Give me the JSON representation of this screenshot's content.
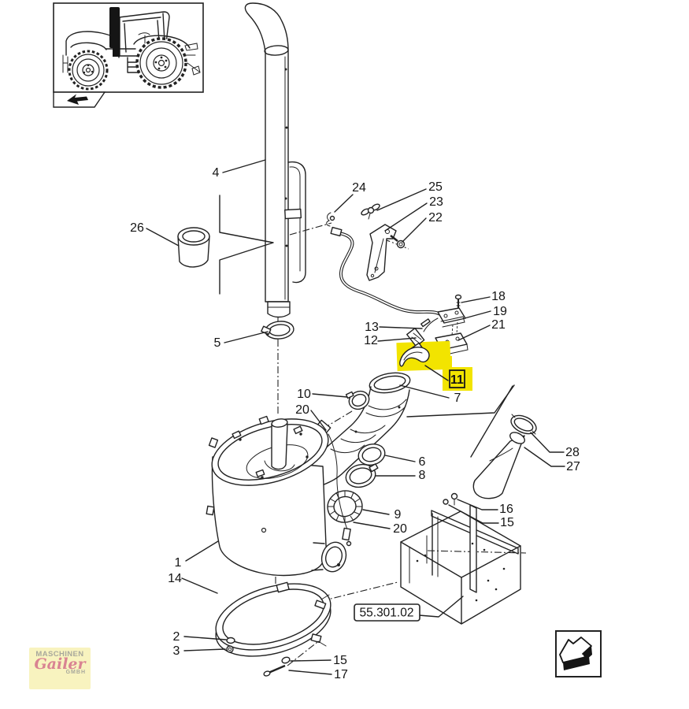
{
  "colors": {
    "line": "#222222",
    "highlight": "#f2e400",
    "paper": "#ffffff"
  },
  "callouts": {
    "n1": "1",
    "n2": "2",
    "n3": "3",
    "n4": "4",
    "n5": "5",
    "n6": "6",
    "n7": "7",
    "n8": "8",
    "n9": "9",
    "n10": "10",
    "n11": "11",
    "n12": "12",
    "n13": "13",
    "n14": "14",
    "n15": "15",
    "n16": "16",
    "n17": "17",
    "n18": "18",
    "n19": "19",
    "n20": "20",
    "n21": "21",
    "n22": "22",
    "n23": "23",
    "n24": "24",
    "n25": "25",
    "n26": "26",
    "n27": "27",
    "n28": "28"
  },
  "highlight": {
    "part_number": "11"
  },
  "reference_box": {
    "label": "55.301.02"
  },
  "watermark": {
    "line1": "MASCHINEN",
    "line2": "Gailer",
    "line3": "GMBH"
  }
}
